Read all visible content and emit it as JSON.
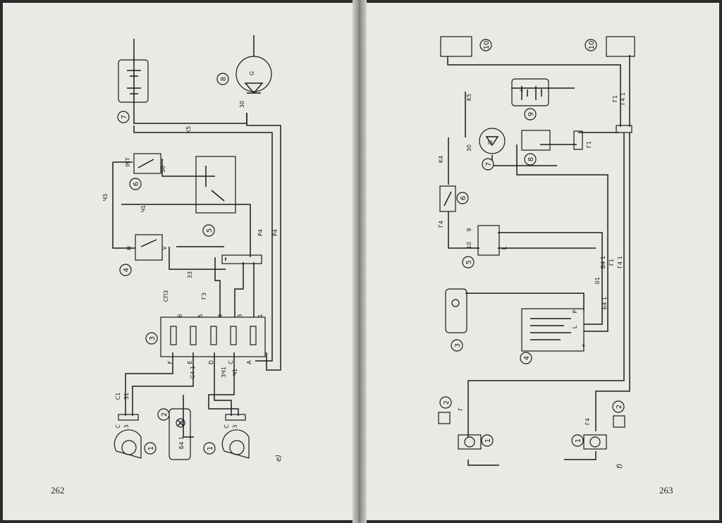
{
  "left_page": {
    "page_number": "262",
    "figure_letter": "e)",
    "component_numbers": [
      "1",
      "1",
      "2",
      "3",
      "4",
      "5",
      "6",
      "7",
      "8"
    ],
    "wire_labels": [
      "K5",
      "30",
      "Ч3",
      "Ч1",
      "33",
      "СП3",
      "Г3",
      "P4",
      "P4",
      "C1",
      "31",
      "C4 1",
      "Б4 1",
      "3Ч1",
      "Ч1"
    ],
    "terminal_labels": [
      "INT",
      "30",
      "H",
      "V",
      "F",
      "E",
      "D",
      "C",
      "A",
      "6",
      "5",
      "4",
      "3",
      "1",
      "C",
      "3",
      "C",
      "3",
      "G"
    ]
  },
  "right_page": {
    "page_number": "263",
    "figure_letter": "f)",
    "component_numbers": [
      "10",
      "10",
      "9",
      "8",
      "7",
      "6",
      "5",
      "4",
      "3",
      "2",
      "2",
      "1",
      "1"
    ],
    "wire_labels": [
      "K5",
      "K4",
      "Г4",
      "Г1",
      "Г4 1",
      "Г1",
      "Б4 1",
      "Г1",
      "Г4 1",
      "01",
      "Б4 1",
      "Г",
      "Г4"
    ],
    "terminal_labels": [
      "30",
      "G",
      "9",
      "10",
      "L",
      "I",
      "L",
      "P",
      "+",
      "+",
      "−"
    ]
  },
  "colors": {
    "paper": "#e9e9e6",
    "ink": "#1a1a1a",
    "gutter": "#6e6e6b"
  }
}
